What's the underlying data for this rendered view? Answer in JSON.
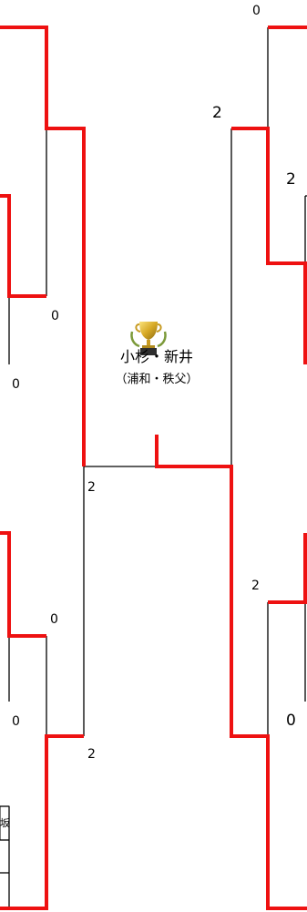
{
  "colors": {
    "winner_line": "#ee1111",
    "loser_line": "#000000"
  },
  "scores": {
    "top_right_top": "0",
    "right_upper_semi": "2",
    "right_upper_quarter": "2",
    "left_upper_quarter": "0",
    "left_upper_first": "0",
    "left_semi_final": "2",
    "right_lower_quarter": "2",
    "left_lower_quarter": "0",
    "left_lower_first": "0",
    "right_lower_bottom": "0",
    "left_lower_semi": "2"
  },
  "champion": {
    "icon": "trophy-icon",
    "name": "小杉・新井",
    "team": "（浦和・秩父）"
  },
  "edge_text": "坂"
}
